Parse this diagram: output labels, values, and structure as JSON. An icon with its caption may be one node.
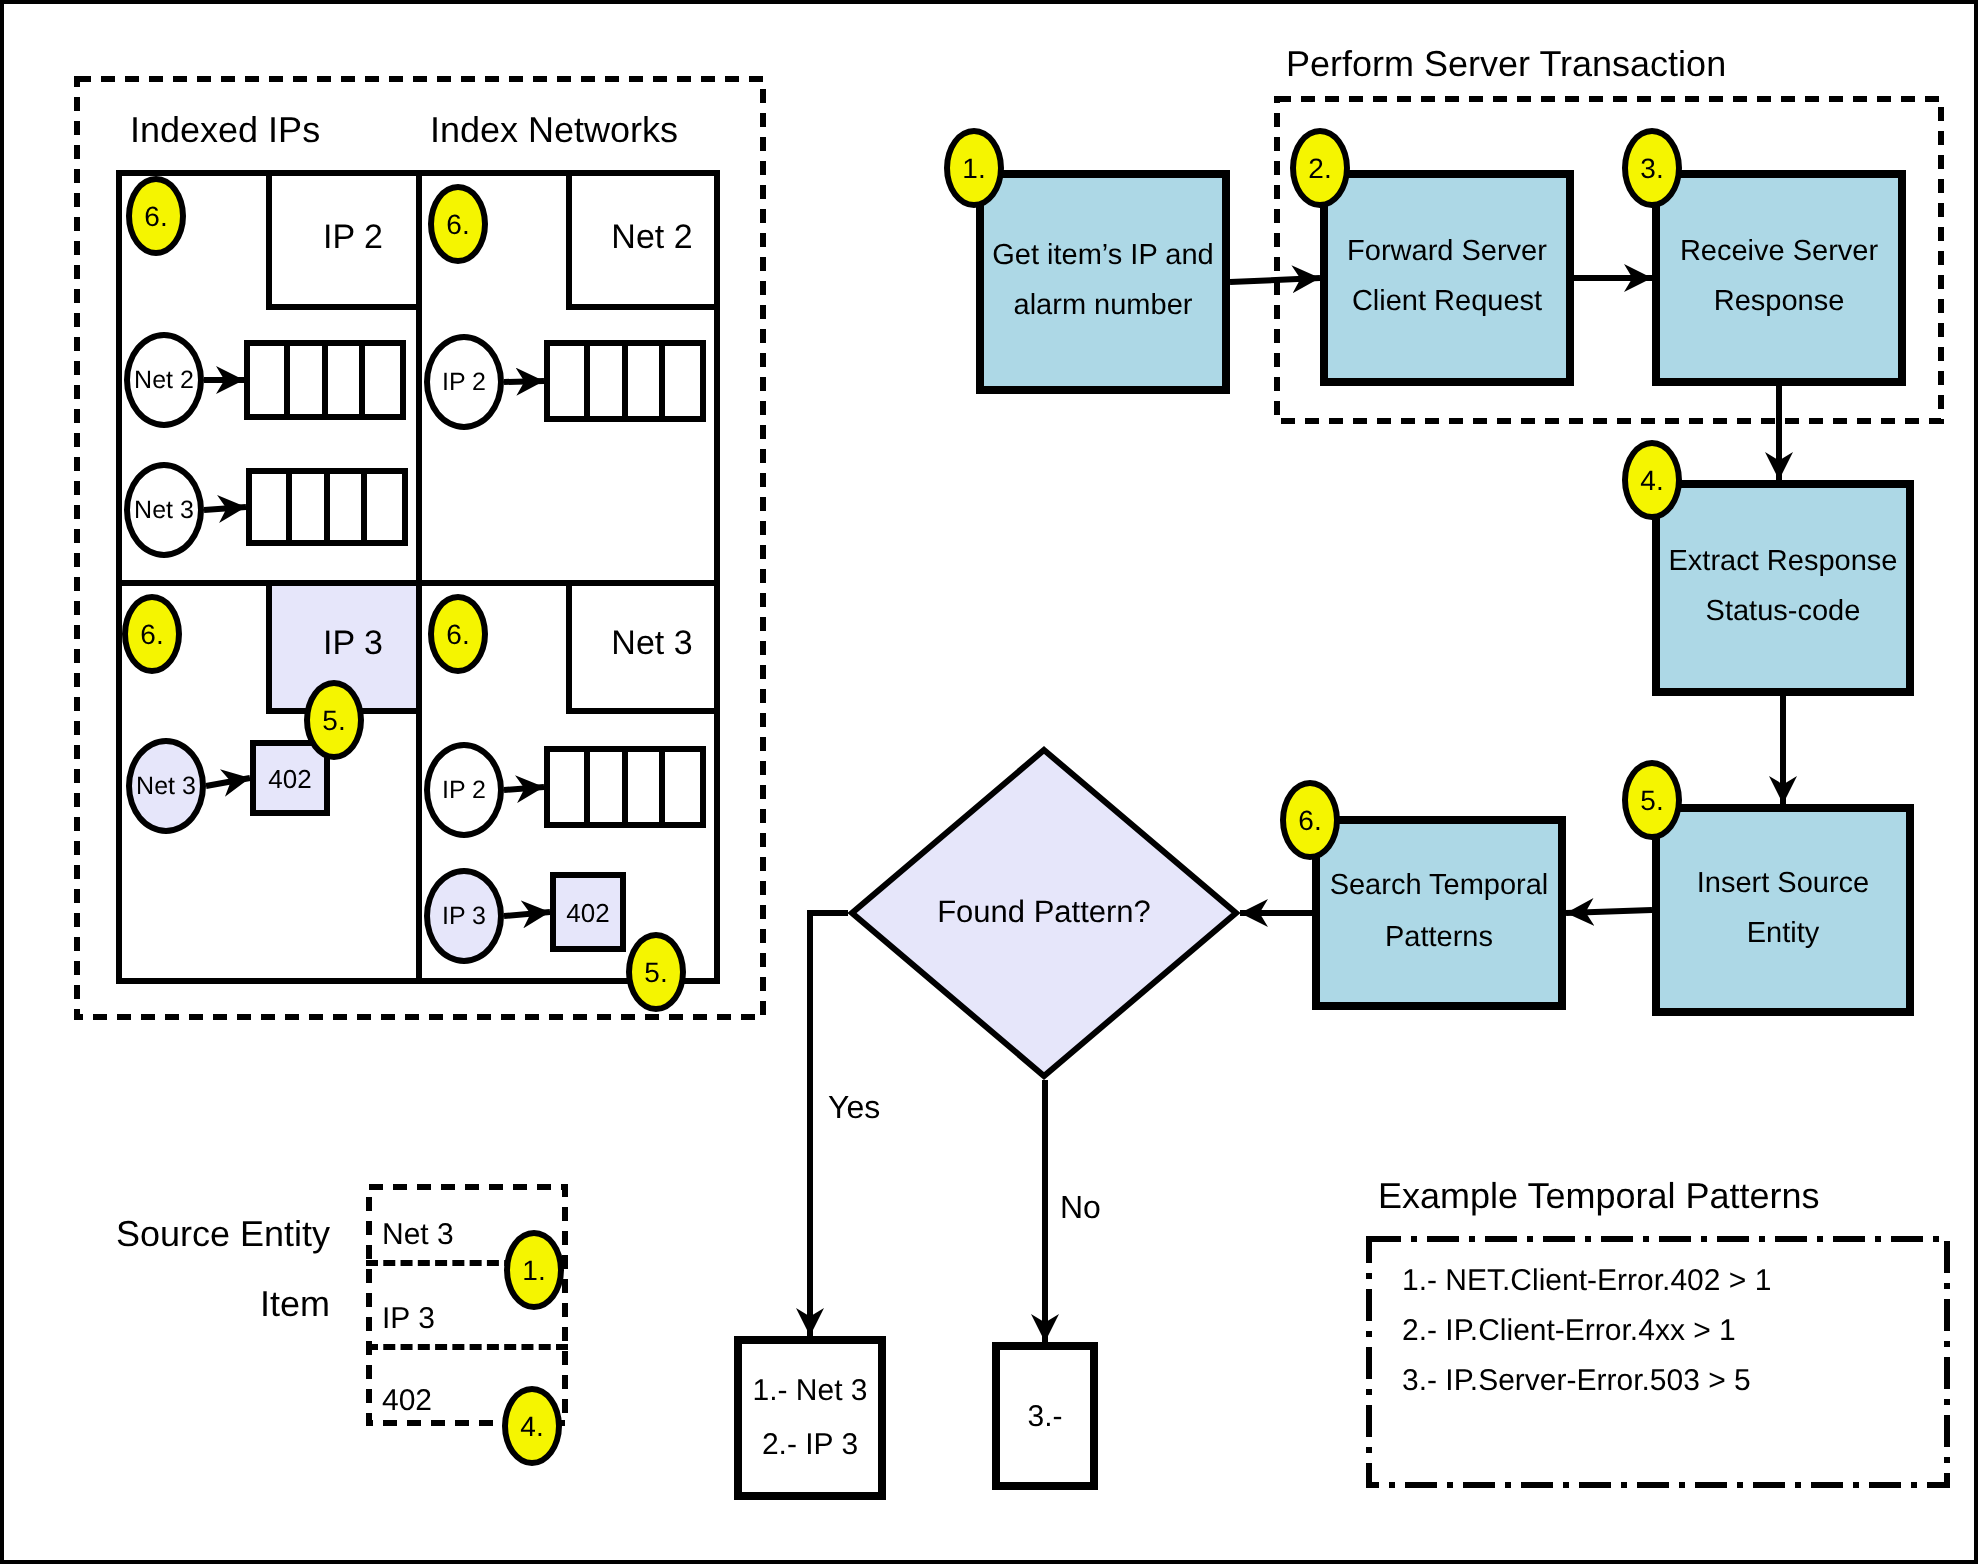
{
  "diagram": {
    "nodes": [
      {
        "text": [],
        "shape": "box"
      },
      {
        "text": [],
        "shape": "box",
        "in": 0
      },
      {
        "text": [
          "6."
        ],
        "in": 1
      },
      {
        "text": [
          "IP 2"
        ],
        "in": 1
      },
      {
        "text": [
          "Net 2"
        ],
        "in": 1
      },
      {
        "text": [],
        "shape": "bar",
        "in": 1
      },
      {
        "text": [
          "Net 3"
        ],
        "in": 1
      },
      {
        "text": [],
        "shape": "bar",
        "in": 1
      },
      {
        "text": [],
        "shape": "box",
        "in": 0
      },
      {
        "text": [
          "6."
        ],
        "in": 8
      },
      {
        "text": [
          "Net 2"
        ],
        "in": 8
      },
      {
        "text": [
          "IP 2"
        ],
        "in": 8
      },
      {
        "text": [],
        "shape": "bar",
        "in": 8
      },
      {
        "text": [],
        "shape": "box",
        "in": 0
      },
      {
        "text": [
          "6."
        ],
        "in": 13
      },
      {
        "text": [
          "IP 3"
        ],
        "in": 13
      },
      {
        "text": [
          "5."
        ],
        "in": 13
      },
      {
        "text": [
          "Net 3"
        ],
        "in": 13
      },
      {
        "text": [
          "402"
        ],
        "in": 13
      },
      {
        "text": [],
        "shape": "box",
        "in": 0
      },
      {
        "text": [
          "6."
        ],
        "in": 19
      },
      {
        "text": [
          "Net 3"
        ],
        "in": 19
      },
      {
        "text": [
          "IP 2"
        ],
        "in": 19
      },
      {
        "text": [],
        "shape": "bar",
        "in": 19
      },
      {
        "text": [
          "IP 3"
        ],
        "in": 19
      },
      {
        "text": [
          "402"
        ],
        "in": 19
      },
      {
        "text": [
          "5."
        ],
        "in": 0
      },
      {
        "text": [
          "Perform Server Transaction"
        ]
      },
      {
        "text": [
          "1."
        ]
      },
      {
        "text": [
          "Get item’s IP and alarm number"
        ]
      },
      {
        "text": [
          "2."
        ],
        "in": 27
      },
      {
        "text": [
          "Forward Server Client Request"
        ],
        "in": 27
      },
      {
        "text": [
          "3."
        ],
        "in": 27
      },
      {
        "text": [
          "Receive Server Response"
        ],
        "in": 27
      },
      {
        "text": [
          "4."
        ]
      },
      {
        "text": [
          "Extract Response Status-code"
        ]
      },
      {
        "text": [
          "5."
        ]
      },
      {
        "text": [
          "Insert Source Entity"
        ]
      },
      {
        "text": [
          "6."
        ]
      },
      {
        "text": [
          "Search Temporal Patterns"
        ]
      },
      {
        "text": [
          "Found Pattern?"
        ]
      },
      {
        "text": [
          "1.- Net 3",
          "2.- IP 3"
        ]
      },
      {
        "text": [
          "3.-"
        ]
      },
      {
        "text": [
          "Net 3",
          "IP 3",
          "402"
        ],
        "beside": [
          "Source Entity",
          "Item"
        ]
      },
      {
        "text": [
          "1."
        ],
        "in": 43
      },
      {
        "text": [
          "4."
        ]
      },
      {
        "text": [
          "Example Temporal Patterns",
          "1.- NET.Client-Error.402 > 1",
          "2.- IP.Client-Error.4xx > 1",
          "3.- IP.Server-Error.503 > 5"
        ]
      }
    ],
    "edges": [
      {
        "from": 4,
        "to": 5,
        "arrow": "to"
      },
      {
        "from": 6,
        "to": 7,
        "arrow": "to"
      },
      {
        "from": 11,
        "to": 12,
        "arrow": "to"
      },
      {
        "from": 17,
        "to": 18,
        "arrow": "to"
      },
      {
        "from": 22,
        "to": 23,
        "arrow": "to"
      },
      {
        "from": 24,
        "to": 25,
        "arrow": "to"
      },
      {
        "from": 29,
        "to": 31,
        "arrow": "to"
      },
      {
        "from": 31,
        "to": 33,
        "arrow": "to"
      },
      {
        "from": 33,
        "to": 35,
        "arrow": "to"
      },
      {
        "from": 35,
        "to": 37,
        "arrow": "to"
      },
      {
        "from": 37,
        "to": 39,
        "arrow": "to"
      },
      {
        "from": 39,
        "to": 40,
        "arrow": "to"
      },
      {
        "from": 40,
        "to": 41,
        "arrow": "to",
        "label": "Yes"
      },
      {
        "from": 40,
        "to": 42,
        "arrow": "to",
        "label": "No"
      }
    ],
    "labels": [
      "Indexed IPs",
      "Index Networks"
    ]
  }
}
